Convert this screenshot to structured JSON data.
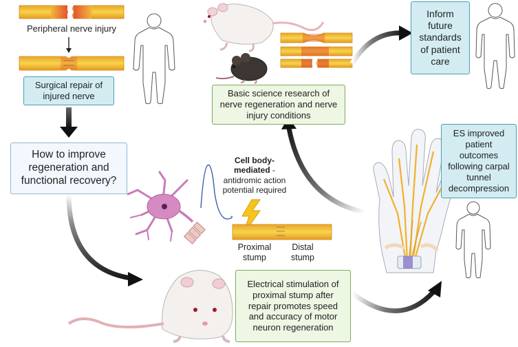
{
  "labels": {
    "peripheral_injury": "Peripheral nerve injury",
    "surgical_repair": "Surgical repair of injured nerve",
    "how_to_improve": "How to improve regeneration and functional recovery?",
    "basic_science": "Basic science research of nerve regeneration and nerve injury conditions",
    "inform_future": "Inform future standards of patient care",
    "es_improved": "ES improved patient outcomes following carpal tunnel decompression",
    "cell_body_bold": "Cell body-mediated",
    "cell_body_rest": " - antidromic action potential required",
    "proximal_stump": "Proximal stump",
    "distal_stump": "Distal stump",
    "electrical_stimulation": "Electrical stimulation of proximal stump after repair promotes speed and accuracy of motor neuron regeneration"
  },
  "colors": {
    "nerve_outer": "#e9a52a",
    "nerve_inner": "#f6d04a",
    "injury_red": "#e0442c",
    "arrow": "#222222",
    "neuron": "#c97ab8"
  },
  "icons": [
    "human-silhouette-icon",
    "rat-icon",
    "mouse-icon",
    "neuron-icon",
    "lightning-icon",
    "hand-icon",
    "nerve-segment-icon"
  ]
}
